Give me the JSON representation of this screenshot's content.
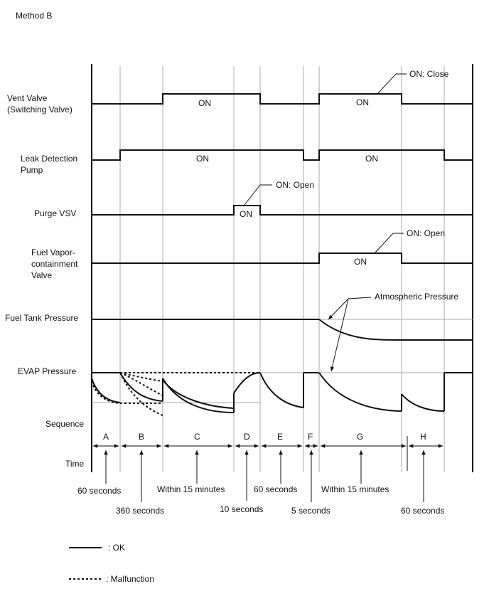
{
  "title": "Method B",
  "signals": {
    "vent_valve": {
      "label_line1": "Vent Valve",
      "label_line2": "(Switching Valve)",
      "on_label_1": "ON",
      "on_label_2": "ON",
      "callout": "ON: Close"
    },
    "leak_pump": {
      "label_line1": "Leak Detection",
      "label_line2": "Pump",
      "on_label_1": "ON",
      "on_label_2": "ON"
    },
    "purge_vsv": {
      "label": "Purge VSV",
      "on_label": "ON",
      "callout": "ON: Open"
    },
    "fuel_vapor_valve": {
      "label_line1": "Fuel Vapor-",
      "label_line2": "containment",
      "label_line3": "Valve",
      "on_label": "ON",
      "callout": "ON: Open"
    },
    "fuel_tank_pressure": {
      "label": "Fuel Tank Pressure"
    },
    "evap_pressure": {
      "label": "EVAP Pressure"
    }
  },
  "atmospheric_callout": "Atmospheric Pressure",
  "sequence_label": "Sequence",
  "time_label": "Time",
  "sequence_steps": [
    "A",
    "B",
    "C",
    "D",
    "E",
    "F",
    "G",
    "H"
  ],
  "durations": {
    "a": "60 seconds",
    "b": "360 seconds",
    "c": "Within 15 minutes",
    "d": "10 seconds",
    "e": "60 seconds",
    "f": "5 seconds",
    "g": "Within 15 minutes",
    "h": "60 seconds"
  },
  "legend": {
    "ok": ": OK",
    "malfunction": ": Malfunction"
  }
}
